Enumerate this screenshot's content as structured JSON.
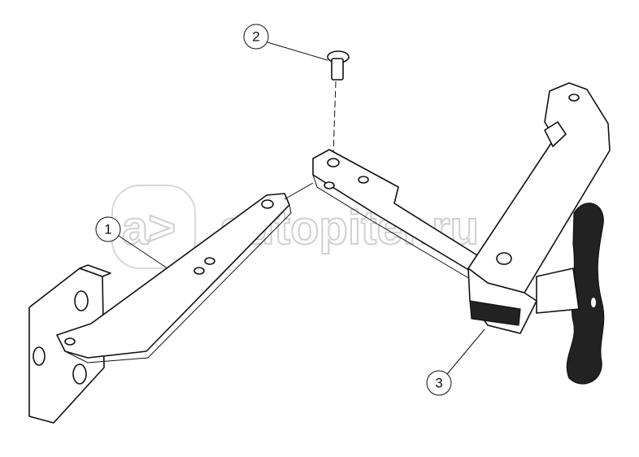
{
  "diagram": {
    "callouts": [
      {
        "id": "callout-1",
        "label": "1"
      },
      {
        "id": "callout-2",
        "label": "2"
      },
      {
        "id": "callout-3",
        "label": "3"
      }
    ],
    "watermark": "autopiter.ru"
  }
}
